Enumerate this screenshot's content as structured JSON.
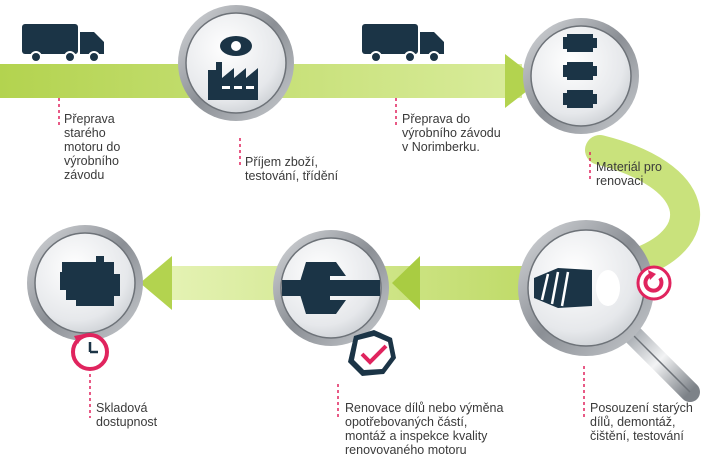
{
  "steps": [
    {
      "id": "transport-old-engine",
      "label": "Přeprava\nstarého\nmotoru do\nvýrobního\nzávodu",
      "icon": "truck-icon"
    },
    {
      "id": "intake",
      "label": "Příjem zboží,\ntestování, třídění",
      "icon": "factory-eye-icon"
    },
    {
      "id": "transport-nuremberg",
      "label": "Přeprava do\nvýrobního závodu\nv Norimberku.",
      "icon": "truck-icon"
    },
    {
      "id": "material",
      "label": "Materiál pro\nrenovaci",
      "icon": "engines-stack-icon"
    },
    {
      "id": "assessment",
      "label": "Posouzení starých\ndílů, demontáž,\nčištění, testování",
      "icon": "magnifier-bolt-icon"
    },
    {
      "id": "renovation",
      "label": "Renovace dílů nebo výměna\nopotřebovaných částí,\nmontáž a inspekce kvality\nrenovovaného motoru",
      "icon": "wrench-check-icon"
    },
    {
      "id": "availability",
      "label": "Skladová\ndostupnost",
      "icon": "engine-clock-icon"
    }
  ],
  "colors": {
    "arrow": "#b9d85a",
    "arrow_dark": "#a3c637",
    "icon_dark": "#1b3446",
    "accent": "#e0245e",
    "connector": "#e0245e",
    "circle_rim": "#8c9096"
  }
}
